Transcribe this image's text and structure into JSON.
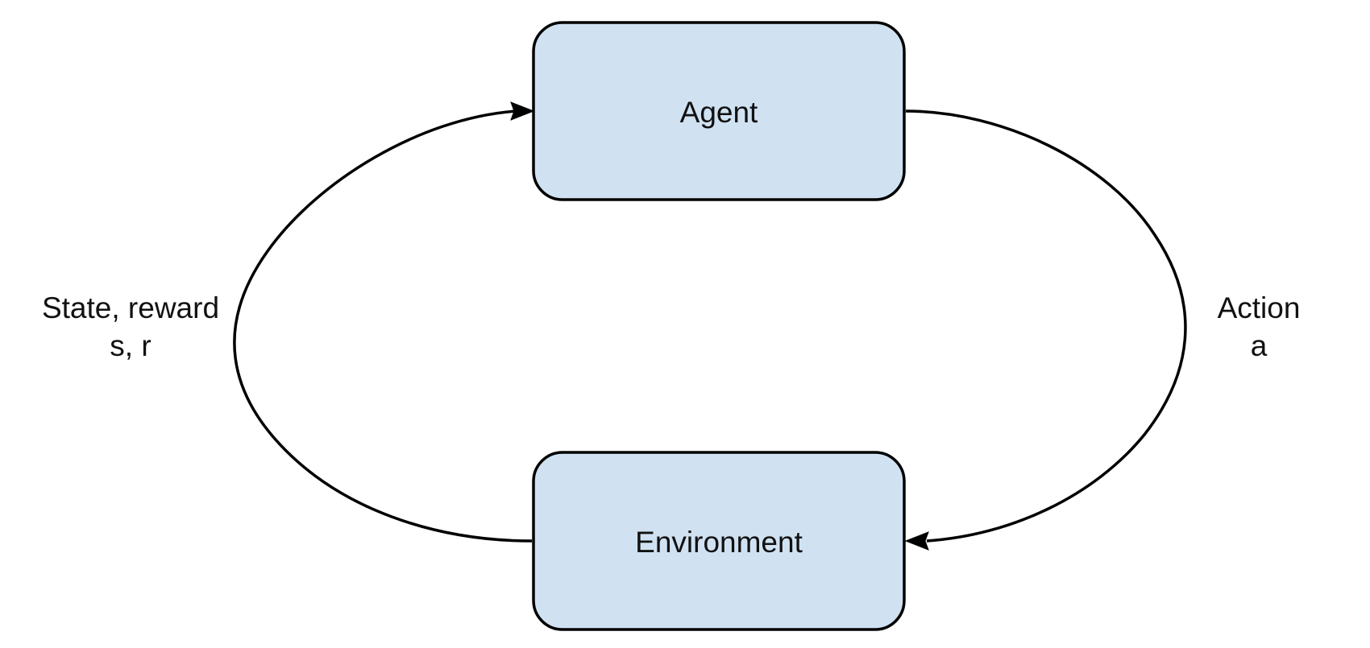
{
  "diagram": {
    "nodes": {
      "agent": {
        "label": "Agent"
      },
      "environment": {
        "label": "Environment"
      }
    },
    "edges": {
      "state_reward": {
        "line1": "State, reward",
        "line2": "s, r"
      },
      "action": {
        "line1": "Action",
        "line2": "a"
      }
    }
  },
  "colors": {
    "node_fill": "#d0e2f2",
    "stroke": "#000000"
  }
}
